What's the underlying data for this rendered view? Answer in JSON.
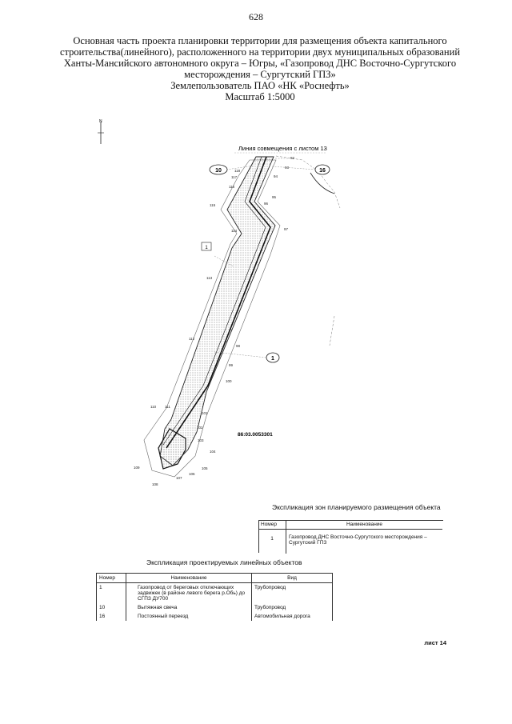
{
  "page_number": "628",
  "title": {
    "lines": [
      "Основная часть проекта планировки территории для размещения объекта капитального",
      "строительства(линейного), расположенного на территории двух муниципальных образований",
      "Ханты-Мансийского автономного округа – Югры, «Газопровод ДНС Восточно-Сургутского",
      "месторождения – Сургутский ГПЗ»",
      "Землепользователь ПАО «НК «Роснефть»",
      "Масштаб 1:5000"
    ]
  },
  "map": {
    "north_label": "N",
    "match_line": "Линия совмещения с листом 13",
    "cadastral_number": "86:03.0053301",
    "zone_callout": "1",
    "object_callouts": [
      "10",
      "16"
    ],
    "zone_label": "1",
    "points": [
      "92",
      "93",
      "94",
      "95",
      "96",
      "97",
      "98",
      "99",
      "100",
      "101",
      "102",
      "103",
      "104",
      "105",
      "106",
      "107",
      "108",
      "109",
      "110",
      "111",
      "112",
      "113",
      "114",
      "115",
      "116",
      "117",
      "118"
    ]
  },
  "zones_table": {
    "title": "Экспликация зон планируемого размещения объекта",
    "headers": [
      "Номер",
      "Наименование"
    ],
    "rows": [
      {
        "num": "1",
        "name": "Газопровод ДНС Восточно-Сургутского месторождения – Сургутский ГПЗ"
      }
    ]
  },
  "linear_table": {
    "title": "Экспликация проектируемых линейных объектов",
    "headers": [
      "Номер",
      "Наименование",
      "Вид"
    ],
    "rows": [
      {
        "num": "1",
        "name": "Газопровод от береговых отключающих задвижек (в районе левого берега р.Обь) до СГПЗ ДУ700",
        "type": "Трубопровод"
      },
      {
        "num": "10",
        "name": "Вытяжная свеча",
        "type": "Трубопровод"
      },
      {
        "num": "16",
        "name": "Постоянный переезд",
        "type": "Автомобильная дорога"
      }
    ]
  },
  "sheet_label": "лист 14"
}
